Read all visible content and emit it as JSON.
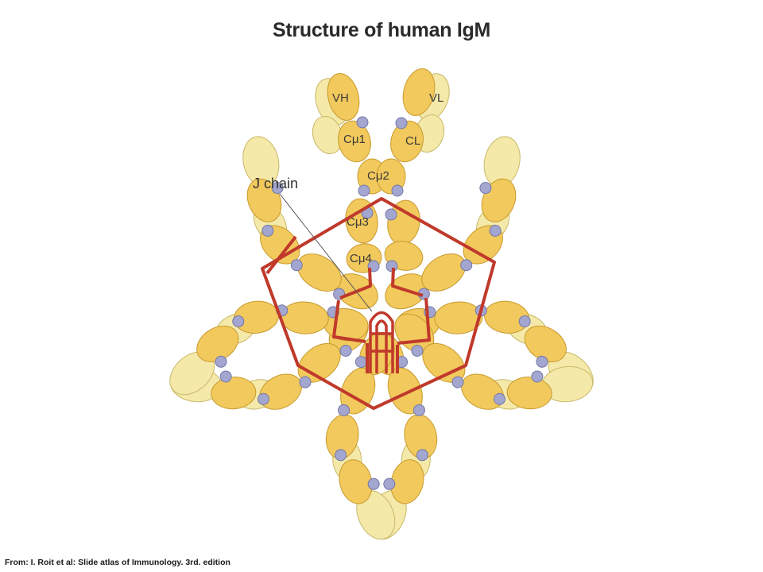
{
  "title": "Structure of human IgM",
  "credit": "From: I. Roit et al: Slide atlas of Immunology. 3rd. edition",
  "labels": {
    "j_chain": "J chain",
    "vh": "VH",
    "vl": "VL",
    "cmu1": "Cμ1",
    "cl": "CL",
    "cmu2": "Cμ2",
    "cmu3": "Cμ3",
    "cmu4": "Cμ4"
  },
  "colors": {
    "heavy_domain": "#f2c95c",
    "light_domain": "#f4e9a8",
    "disulfide_bond": "#c0392b",
    "carbohydrate": "#a3a6cf"
  }
}
